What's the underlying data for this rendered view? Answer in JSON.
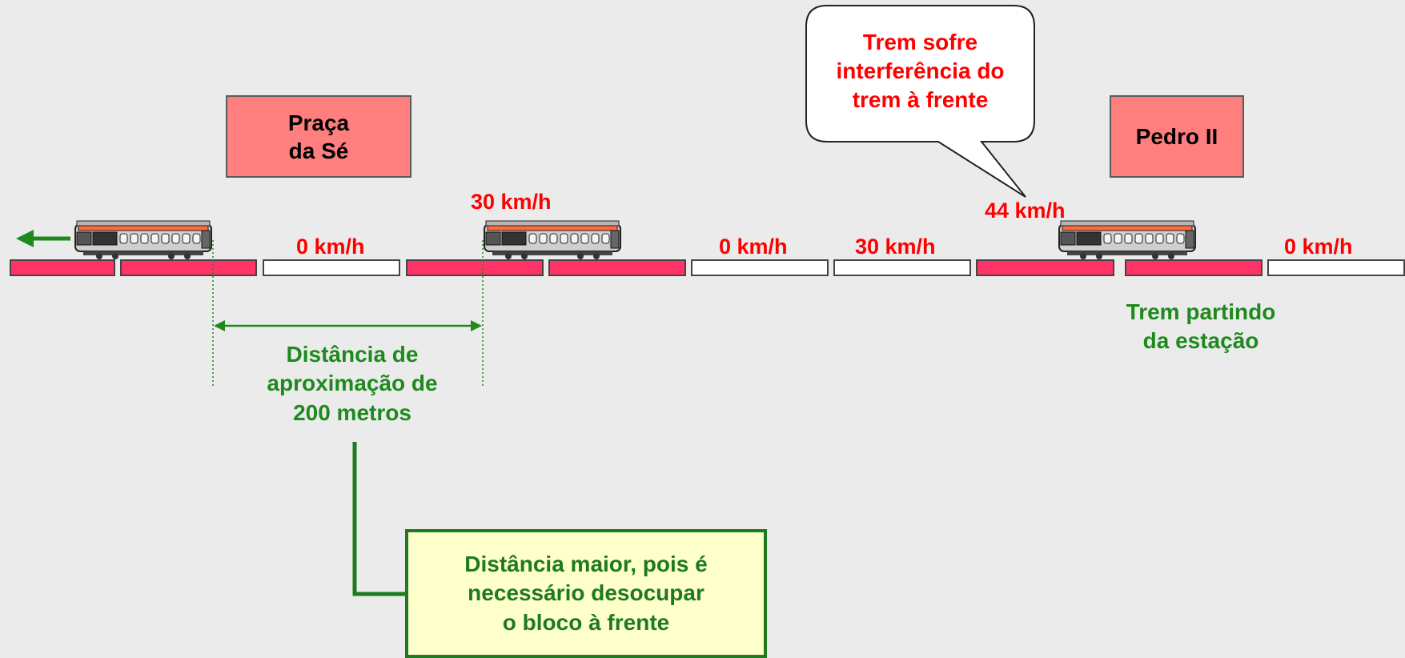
{
  "stations": {
    "left": "Praça\nda Sé",
    "right": "Pedro II"
  },
  "speeds": {
    "block_3": "0 km/h",
    "train_2": "30 km/h",
    "block_6": "0 km/h",
    "block_7": "30 km/h",
    "train_3": "44 km/h",
    "block_10": "0 km/h"
  },
  "callout": "Trem sofre\ninterferência do\ntrem à frente",
  "departing_label": "Trem partindo\nda estação",
  "distance_label": "Distância de\naproximação de\n200 metros",
  "note": "Distância maior, pois é\nnecessário desocupar\no bloco à frente",
  "blocks": [
    "red",
    "red",
    "white",
    "red",
    "red",
    "white",
    "white",
    "red",
    "red",
    "white"
  ],
  "colors": {
    "background": "#ebebeb",
    "occupied_block": "#ff3366",
    "free_block": "#ffffff",
    "station": "#ff7f7f",
    "speed_text": "#ff0000",
    "annotation": "#1e8a1e",
    "note_fill": "#ffffcc"
  },
  "icons": [
    "train-icon",
    "direction-arrow-icon"
  ]
}
